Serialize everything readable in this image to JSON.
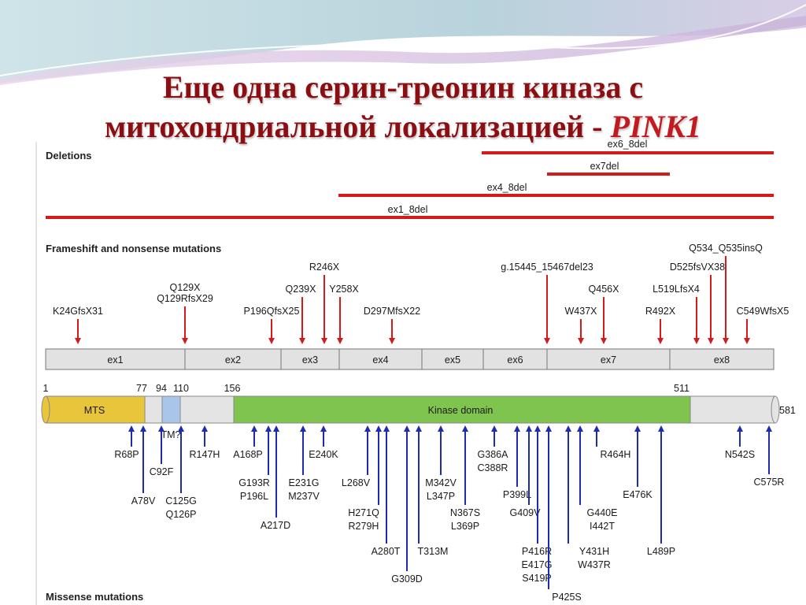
{
  "title": {
    "line1": "Еще одна серин-треонин киназа с",
    "line2_prefix": "митохондриальной локализацией - ",
    "line2_gene": "PINK1"
  },
  "sections": {
    "deletions": "Deletions",
    "frameshift": "Frameshift and nonsense mutations",
    "missense": "Missense mutations"
  },
  "deletions": [
    {
      "label": "ex6_8del",
      "start_exon": "ex6",
      "end_exon": "ex8"
    },
    {
      "label": "ex7del",
      "start_exon": "ex7",
      "end_exon": "ex7"
    },
    {
      "label": "ex4_8del",
      "start_exon": "ex4",
      "end_exon": "ex8"
    },
    {
      "label": "ex1_8del",
      "start_exon": "ex1",
      "end_exon": "ex8"
    }
  ],
  "exons": [
    "ex1",
    "ex2",
    "ex3",
    "ex4",
    "ex5",
    "ex6",
    "ex7",
    "ex8"
  ],
  "frameshift_mutations": [
    {
      "lines": [
        "K24GfsX31"
      ],
      "exon": "ex1"
    },
    {
      "lines": [
        "Q129X",
        "Q129RfsX29"
      ],
      "exon": "ex2"
    },
    {
      "lines": [
        "P196QfsX25"
      ],
      "exon": "ex2"
    },
    {
      "lines": [
        "Q239X"
      ],
      "exon": "ex3"
    },
    {
      "lines": [
        "R246X"
      ],
      "exon": "ex3"
    },
    {
      "lines": [
        "Y258X"
      ],
      "exon": "ex3"
    },
    {
      "lines": [
        "D297MfsX22"
      ],
      "exon": "ex4"
    },
    {
      "lines": [
        "g.15445_15467del23"
      ],
      "exon": "ex6"
    },
    {
      "lines": [
        "W437X"
      ],
      "exon": "ex7"
    },
    {
      "lines": [
        "Q456X"
      ],
      "exon": "ex7"
    },
    {
      "lines": [
        "R492X"
      ],
      "exon": "ex7"
    },
    {
      "lines": [
        "L519LfsX4"
      ],
      "exon": "ex8"
    },
    {
      "lines": [
        "D525fsVX38"
      ],
      "exon": "ex8"
    },
    {
      "lines": [
        "Q534_Q535insQ"
      ],
      "exon": "ex8"
    },
    {
      "lines": [
        "C549WfsX5"
      ],
      "exon": "ex8"
    }
  ],
  "protein": {
    "positions": [
      "1",
      "77",
      "94",
      "110",
      "156",
      "511",
      "581"
    ],
    "domains": [
      {
        "name": "MTS",
        "label": "MTS",
        "color": "#e8c53a"
      },
      {
        "name": "TM",
        "label": "TM?",
        "color": "#a9c6ea"
      },
      {
        "name": "kinase",
        "label": "Kinase domain",
        "color": "#7fc44f"
      },
      {
        "name": "other",
        "label": "",
        "color": "#e4e4e4"
      }
    ]
  },
  "missense_mutations": [
    {
      "lines": [
        "R68P"
      ]
    },
    {
      "lines": [
        "A78V"
      ]
    },
    {
      "lines": [
        "C92F"
      ]
    },
    {
      "lines": [
        "C125G",
        "Q126P"
      ]
    },
    {
      "lines": [
        "R147H"
      ]
    },
    {
      "lines": [
        "A168P"
      ]
    },
    {
      "lines": [
        "G193R",
        "P196L"
      ]
    },
    {
      "lines": [
        "A217D"
      ]
    },
    {
      "lines": [
        "E231G",
        "M237V"
      ]
    },
    {
      "lines": [
        "E240K"
      ]
    },
    {
      "lines": [
        "L268V"
      ]
    },
    {
      "lines": [
        "H271Q",
        "R279H"
      ]
    },
    {
      "lines": [
        "A280T"
      ]
    },
    {
      "lines": [
        "G309D"
      ]
    },
    {
      "lines": [
        "T313M"
      ]
    },
    {
      "lines": [
        "M342V",
        "L347P"
      ]
    },
    {
      "lines": [
        "N367S",
        "L369P"
      ]
    },
    {
      "lines": [
        "G386A",
        "C388R"
      ]
    },
    {
      "lines": [
        "P399L"
      ]
    },
    {
      "lines": [
        "G409V"
      ]
    },
    {
      "lines": [
        "P416R",
        "E417G",
        "S419P"
      ]
    },
    {
      "lines": [
        "P425S"
      ]
    },
    {
      "lines": [
        "Y431H",
        "W437R"
      ]
    },
    {
      "lines": [
        "G440E",
        "I442T"
      ]
    },
    {
      "lines": [
        "R464H"
      ]
    },
    {
      "lines": [
        "E476K"
      ]
    },
    {
      "lines": [
        "L489P"
      ]
    },
    {
      "lines": [
        "N542S"
      ]
    },
    {
      "lines": [
        "C575R"
      ]
    }
  ],
  "colors": {
    "title": "#8b0f12",
    "deletion": "#d31b1b",
    "frameshift_arrow": "#d31b1b",
    "missense_arrow": "#1c2bb0",
    "exon_fill": "#e2e2e2"
  }
}
